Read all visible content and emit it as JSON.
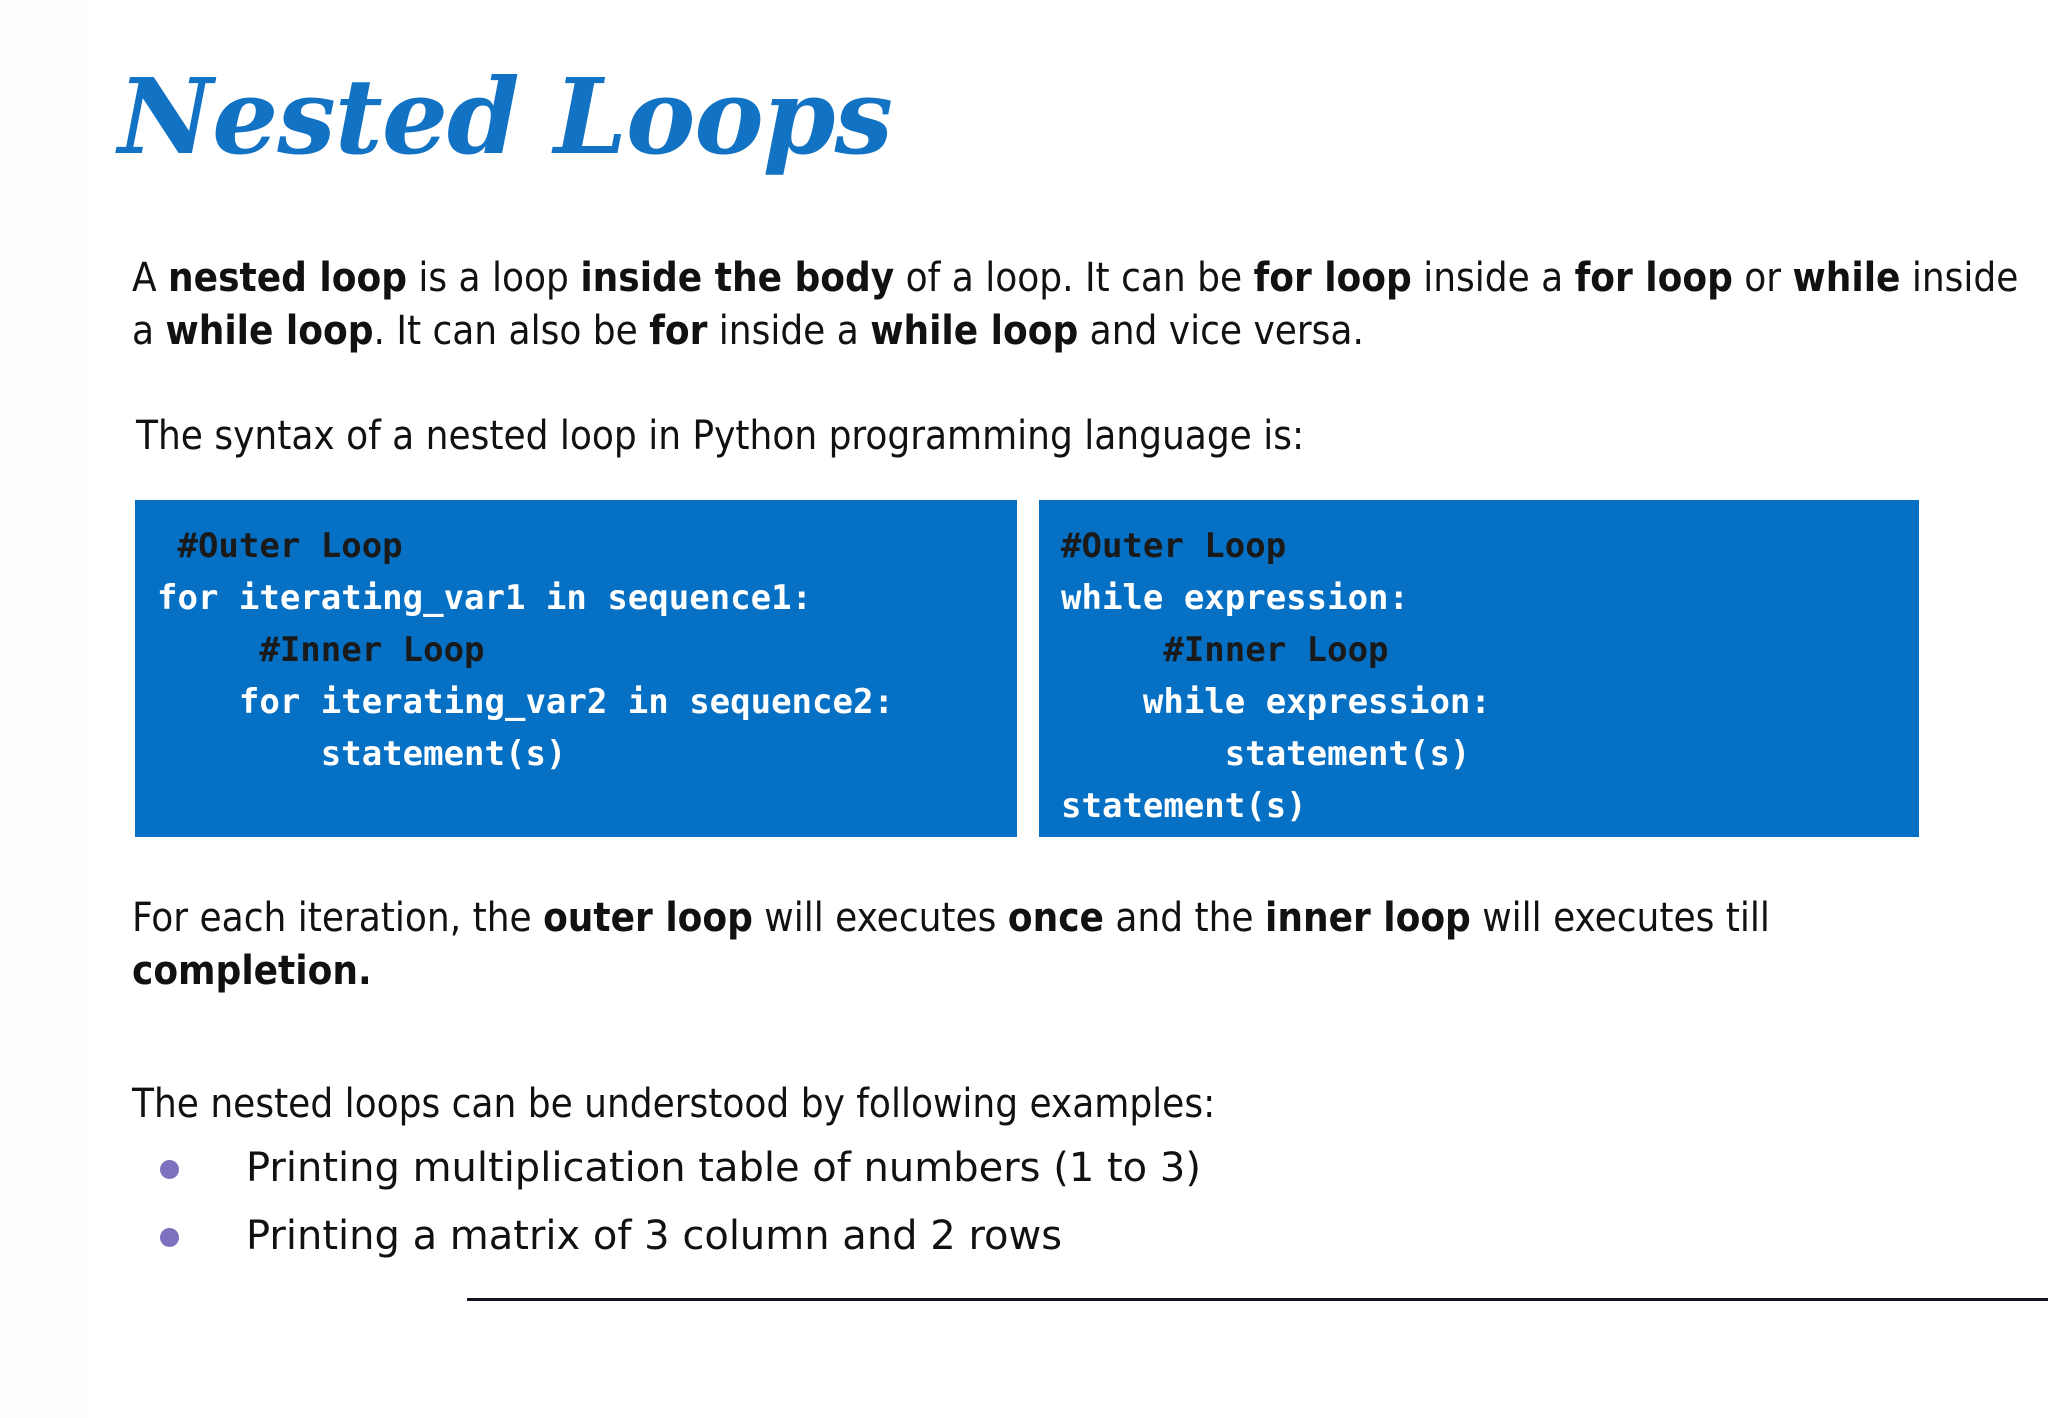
{
  "slide": {
    "title": "Nested Loops",
    "background_color": "#ffffff",
    "accent_color": "#1272C4",
    "code_block_color": "#0670C4",
    "bullet_color": "#7E70BE"
  },
  "paragraphs": {
    "intro_line1_a": "A ",
    "intro_b1": "nested loop",
    "intro_line1_b": " is a loop ",
    "intro_b2": "inside the body",
    "intro_line1_c": " of a loop. It can be ",
    "intro_b3": "for loop",
    "intro_line1_d": " inside a ",
    "intro_b4": "for loop",
    "intro_line2_a": " or ",
    "intro_b5": "while",
    "intro_line2_b": " inside a ",
    "intro_b6": "while loop",
    "intro_line2_c": ". It can also be ",
    "intro_b7": "for",
    "intro_line2_d": " inside a ",
    "intro_b8": "while loop",
    "intro_line2_e": " and vice versa.",
    "syntax": "The syntax of a nested loop in Python programming language is:",
    "iteration_a": "For each iteration, the ",
    "iteration_b1": "outer loop",
    "iteration_b": " will executes ",
    "iteration_b2": "once",
    "iteration_c": " and the ",
    "iteration_b3": "inner loop",
    "iteration_d": " will executes till ",
    "iteration_b4": "completion.",
    "examples_intro": "The nested loops can be understood by following examples:"
  },
  "code_blocks": [
    {
      "name": "for-loop-syntax",
      "lines": [
        {
          "text": "#Outer Loop",
          "indent": 1,
          "comment": true
        },
        {
          "text": "for iterating_var1 in sequence1:",
          "indent": 0,
          "comment": false
        },
        {
          "text": "    #Inner Loop",
          "indent": 1,
          "comment": true
        },
        {
          "text": "    for iterating_var2 in sequence2:",
          "indent": 0,
          "comment": false
        },
        {
          "text": "        statement(s)",
          "indent": 0,
          "comment": false
        }
      ]
    },
    {
      "name": "while-loop-syntax",
      "lines": [
        {
          "text": "#Outer Loop",
          "indent": 0,
          "comment": true
        },
        {
          "text": "while expression:",
          "indent": 0,
          "comment": false
        },
        {
          "text": "    #Inner Loop",
          "indent": 1,
          "comment": true
        },
        {
          "text": "   while expression:",
          "indent": 1,
          "comment": false
        },
        {
          "text": "        statement(s)",
          "indent": 0,
          "comment": false
        },
        {
          "text": "statement(s)",
          "indent": 0,
          "comment": false
        }
      ]
    }
  ],
  "bullets": [
    "Printing multiplication table of numbers (1 to 3)",
    "Printing a matrix of 3 column and 2 rows"
  ]
}
